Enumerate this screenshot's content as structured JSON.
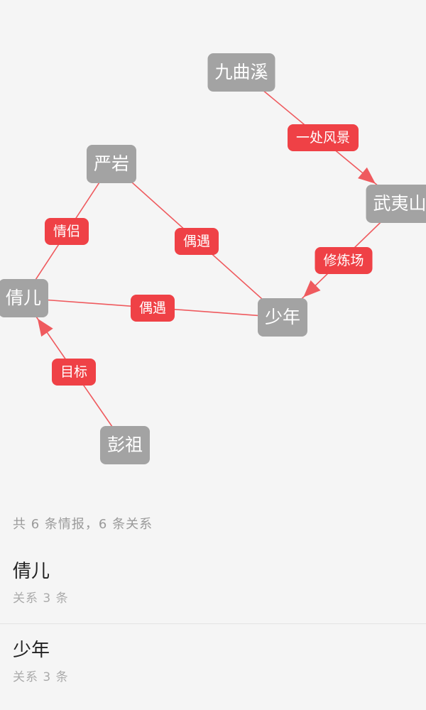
{
  "colors": {
    "node_bg": "#a3a3a3",
    "edge_label_bg": "#ef4146",
    "edge_line": "#ef5a5e",
    "page_bg": "#f5f5f5"
  },
  "graph": {
    "nodes": [
      {
        "id": "jiuquxi",
        "label": "九曲溪"
      },
      {
        "id": "yanyan",
        "label": "严岩"
      },
      {
        "id": "wuyishan",
        "label": "武夷山"
      },
      {
        "id": "qianer",
        "label": "倩儿"
      },
      {
        "id": "shaonian",
        "label": "少年"
      },
      {
        "id": "pengzu",
        "label": "彭祖"
      }
    ],
    "edges": [
      {
        "from": "jiuquxi",
        "to": "wuyishan",
        "label": "一处风景",
        "arrow": true
      },
      {
        "from": "yanyan",
        "to": "qianer",
        "label": "情侣",
        "arrow": false
      },
      {
        "from": "yanyan",
        "to": "shaonian",
        "label": "偶遇",
        "arrow": false
      },
      {
        "from": "wuyishan",
        "to": "shaonian",
        "label": "修炼场",
        "arrow": true
      },
      {
        "from": "qianer",
        "to": "shaonian",
        "label": "偶遇",
        "arrow": false
      },
      {
        "from": "pengzu",
        "to": "qianer",
        "label": "目标",
        "arrow": true
      }
    ]
  },
  "summary": {
    "text": "共 6 条情报，6 条关系"
  },
  "list": {
    "items": [
      {
        "title": "倩儿",
        "subtitle": "关系 3 条"
      },
      {
        "title": "少年",
        "subtitle": "关系 3 条"
      }
    ]
  }
}
